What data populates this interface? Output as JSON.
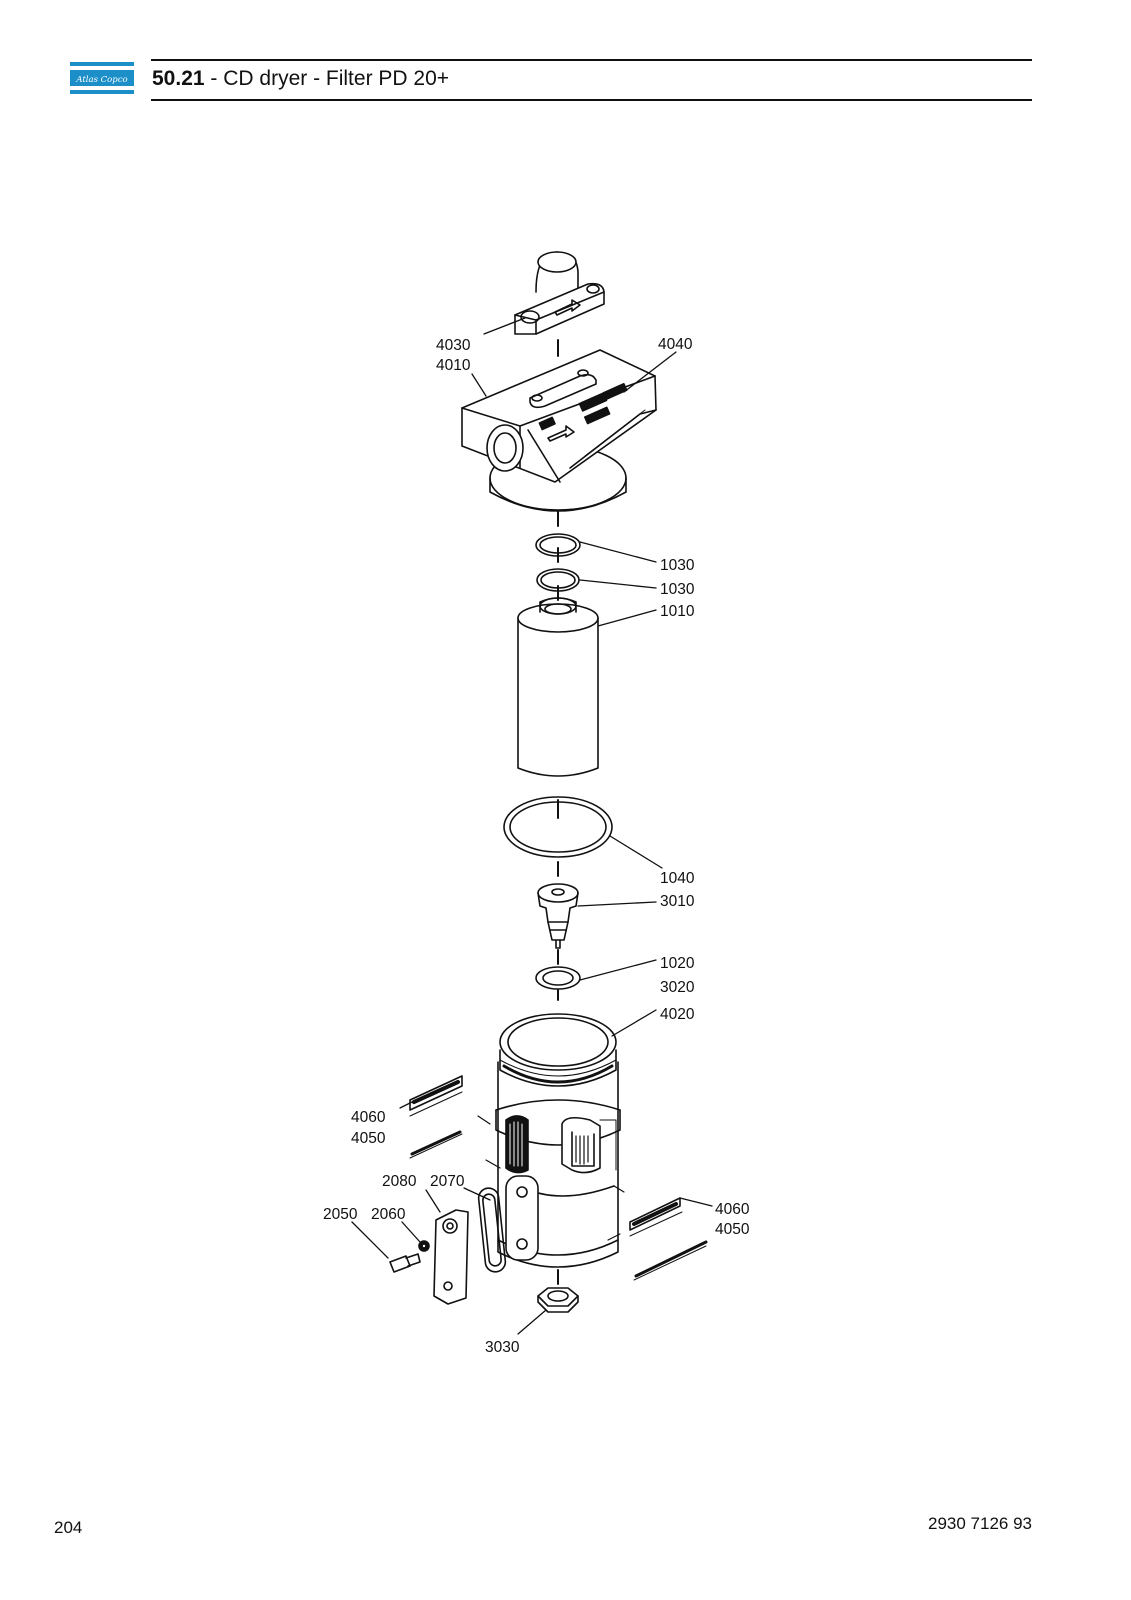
{
  "header": {
    "logo_text": "Atlas Copco",
    "section_number": "50.21",
    "title_rest": " - CD dryer - Filter PD 20+",
    "brand_color": "#1d8fc8"
  },
  "callouts": {
    "c4030": "4030",
    "c4010": "4010",
    "c4040": "4040",
    "c1030a": "1030",
    "c1030b": "1030",
    "c1010": "1010",
    "c1040": "1040",
    "c3010": "3010",
    "c1020": "1020",
    "c3020": "3020",
    "c4020": "4020",
    "c4060l": "4060",
    "c4050l": "4050",
    "c2080": "2080",
    "c2070": "2070",
    "c2050": "2050",
    "c2060": "2060",
    "c4060r": "4060",
    "c4050r": "4050",
    "c3030": "3030"
  },
  "footer": {
    "page_number": "204",
    "doc_number": "2930 7126 93"
  }
}
